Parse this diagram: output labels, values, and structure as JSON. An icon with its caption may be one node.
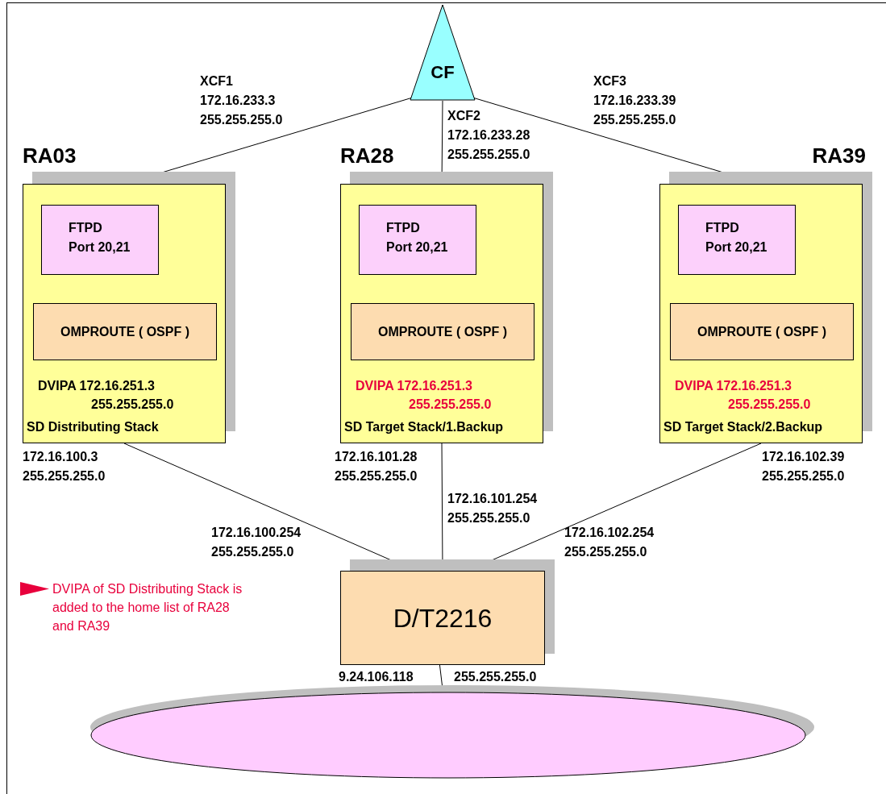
{
  "diagram": {
    "nodes": [
      {
        "text": [
          "CF"
        ]
      },
      {
        "text": [
          "RA03",
          "DVIPA 172.16.251.3",
          "255.255.255.0",
          "SD Distributing Stack"
        ]
      },
      {
        "text": [
          "FTPD",
          "Port 20,21"
        ],
        "in": 1
      },
      {
        "text": [
          "OMPROUTE ( OSPF )"
        ],
        "in": 1
      },
      {
        "text": [
          "RA28",
          "DVIPA 172.16.251.3",
          "255.255.255.0",
          "SD Target Stack/1.Backup"
        ]
      },
      {
        "text": [
          "FTPD",
          "Port 20,21"
        ],
        "in": 4
      },
      {
        "text": [
          "OMPROUTE ( OSPF )"
        ],
        "in": 4
      },
      {
        "text": [
          "RA39",
          "DVIPA 172.16.251.3",
          "255.255.255.0",
          "SD Target Stack/2.Backup"
        ]
      },
      {
        "text": [
          "FTPD",
          "Port 20,21"
        ],
        "in": 7
      },
      {
        "text": [
          "OMPROUTE ( OSPF )"
        ],
        "in": 7
      },
      {
        "text": [
          "D/T2216"
        ]
      },
      {
        "text": [],
        "shape": "ellipse"
      }
    ],
    "edges": [
      {
        "from": 0,
        "to": 1,
        "arrow": "none",
        "label": "XCF1 172.16.233.3 255.255.255.0"
      },
      {
        "from": 0,
        "to": 4,
        "arrow": "none",
        "label": "XCF2 172.16.233.28 255.255.255.0"
      },
      {
        "from": 0,
        "to": 7,
        "arrow": "none",
        "label": "XCF3 172.16.233.39 255.255.255.0"
      },
      {
        "from": 1,
        "to": 10,
        "arrow": "none",
        "label": "172.16.100.254 255.255.255.0"
      },
      {
        "from": 4,
        "to": 10,
        "arrow": "none",
        "label": "172.16.101.254 255.255.255.0"
      },
      {
        "from": 7,
        "to": 10,
        "arrow": "none",
        "label": "172.16.102.254 255.255.255.0"
      },
      {
        "from": 10,
        "to": 11,
        "arrow": "none"
      }
    ],
    "labels": [
      "172.16.100.3 255.255.255.0",
      "172.16.101.28 255.255.255.0",
      "172.16.102.39 255.255.255.0",
      "DVIPA of SD Distributing Stack is added to the home list of RA28 and RA39",
      "9.24.106.118",
      "255.255.255.0"
    ]
  }
}
